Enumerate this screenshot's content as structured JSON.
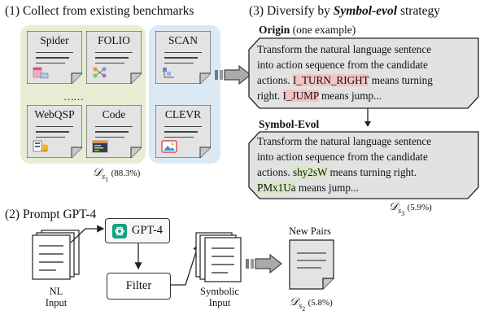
{
  "section1": {
    "title": "(1) Collect from existing benchmarks"
  },
  "section2": {
    "title": "(2) Prompt GPT-4"
  },
  "section3": {
    "title_prefix": "(3) Diversify by ",
    "title_emph": "Symbol-evol",
    "title_suffix": " strategy"
  },
  "benchmarks_green": [
    "Spider",
    "FOLIO",
    "WebQSP",
    "Code"
  ],
  "benchmarks_blue": [
    "SCAN",
    "CLEVR"
  ],
  "ellipsis": "……",
  "d1": {
    "sub": "1",
    "pct": "(88.3%)"
  },
  "d2": {
    "sub": "2",
    "pct": "(5.8%)"
  },
  "d3": {
    "sub": "3",
    "pct": "(5.9%)"
  },
  "d_symbol": "𝒟",
  "d_sub_letter": "s",
  "origin": {
    "label": "Origin",
    "note": " (one example)",
    "line1": "Transform the natural language sentence",
    "line2": "into action sequence from the candidate",
    "line3_pre": "actions. ",
    "token1": "I_TURN_RIGHT",
    "line3_post": " means turning",
    "line4_pre": "right. ",
    "token2": "I_JUMP",
    "line4_post": " means jump..."
  },
  "evol": {
    "label": "Symbol-Evol",
    "line1": "Transform the natural language sentence",
    "line2": "into action sequence from the candidate",
    "line3_pre": "actions. ",
    "token1": "shy2sW",
    "line3_post": " means turning right.",
    "token2": "PMx1Ua",
    "line4_post": " means jump..."
  },
  "flow": {
    "gpt4": "GPT-4",
    "filter": "Filter",
    "nl_input": [
      "NL",
      "Input"
    ],
    "symbolic_input": [
      "Symbolic",
      "Input"
    ],
    "new_pairs": "New Pairs"
  },
  "colors": {
    "green_panel": "#e6edd3",
    "blue_panel": "#dbe9f4",
    "card": "#e3e3e3",
    "chat_bubble": "#e2e2e2",
    "highlight_red": "#f3c4c4",
    "highlight_green": "#d9e8c4",
    "gpt_green": "#10a37f"
  }
}
